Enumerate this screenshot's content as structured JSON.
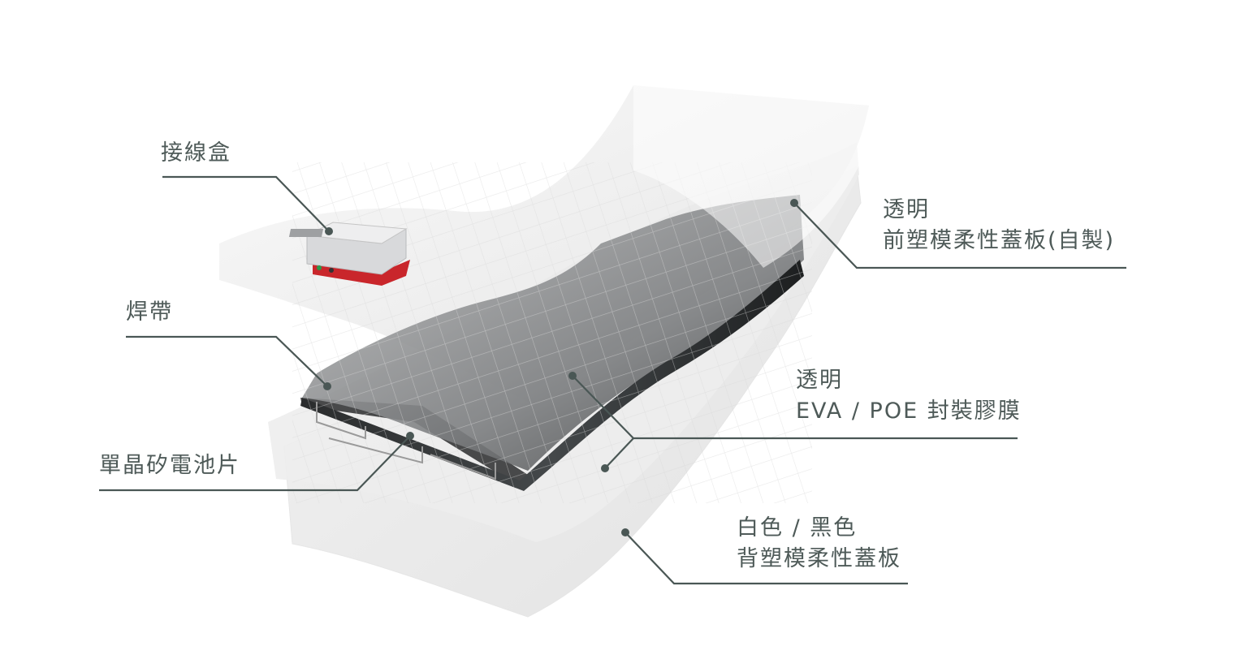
{
  "labels": {
    "junction_box": "接線盒",
    "ribbon": "焊帶",
    "cell": "單晶矽電池片",
    "front_line1": "透明",
    "front_line2": "前塑模柔性蓋板(自製)",
    "eva_line1": "透明",
    "eva_line2": "EVA / POE 封裝膠膜",
    "back_line1": "白色 / 黑色",
    "back_line2": "背塑模柔性蓋板"
  },
  "colors": {
    "text": "#4e5a58",
    "leader": "#4a5755",
    "junction_box_base": "#c9262b"
  }
}
